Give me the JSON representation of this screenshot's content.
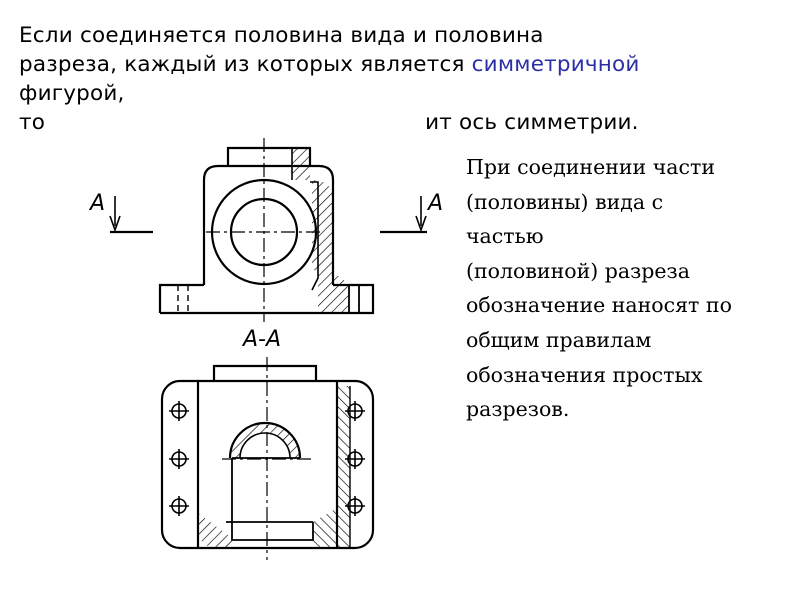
{
  "intro": {
    "line1": "Если соединяется половина вида и половина",
    "line2_a": "разреза, каждый из которых является ",
    "line2_highlight": "симметричной",
    "line3": "фигурой,",
    "line4_start": "то",
    "line4_end": "ит ось симметрии.",
    "highlight_color": "#2b2fa6"
  },
  "drawing": {
    "cut_label_left": "A",
    "cut_label_right": "A",
    "section_label": "A-A"
  },
  "side_text": {
    "lines": [
      "При соединении части",
      "(половины) вида с",
      "частью",
      "(половиной) разреза",
      "обозначение наносят по",
      "общим правилам",
      "обозначения простых",
      "разрезов."
    ]
  }
}
